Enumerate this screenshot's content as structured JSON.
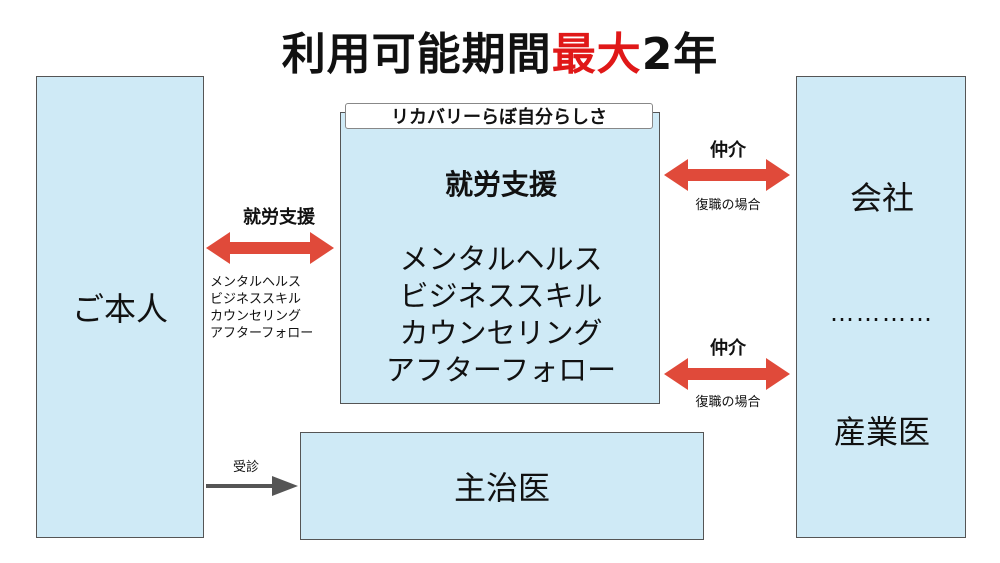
{
  "title": {
    "main": "利用可能期間",
    "highlight": "最大",
    "suffix": "2年"
  },
  "boxes": {
    "person": "ご本人",
    "center_header": "リカバリーらぼ自分らしさ",
    "center_title": "就労支援",
    "center_items": [
      "メンタルヘルス",
      "ビジネススキル",
      "カウンセリング",
      "アフターフォロー"
    ],
    "doctor": "主治医",
    "company": "会社",
    "dots": "…………",
    "industrial_doctor": "産業医"
  },
  "arrows": {
    "support": {
      "label": "就労支援",
      "items": [
        "メンタルヘルス",
        "ビジネススキル",
        "カウンセリング",
        "アフターフォロー"
      ]
    },
    "mediation_top": {
      "label": "仲介",
      "note": "復職の場合"
    },
    "mediation_bottom": {
      "label": "仲介",
      "note": "復職の場合"
    },
    "visit": {
      "label": "受診"
    }
  },
  "colors": {
    "box_fill": "#cfeaf6",
    "arrow_red": "#e04a3a",
    "arrow_gray": "#555555",
    "highlight_red": "#e01818"
  }
}
